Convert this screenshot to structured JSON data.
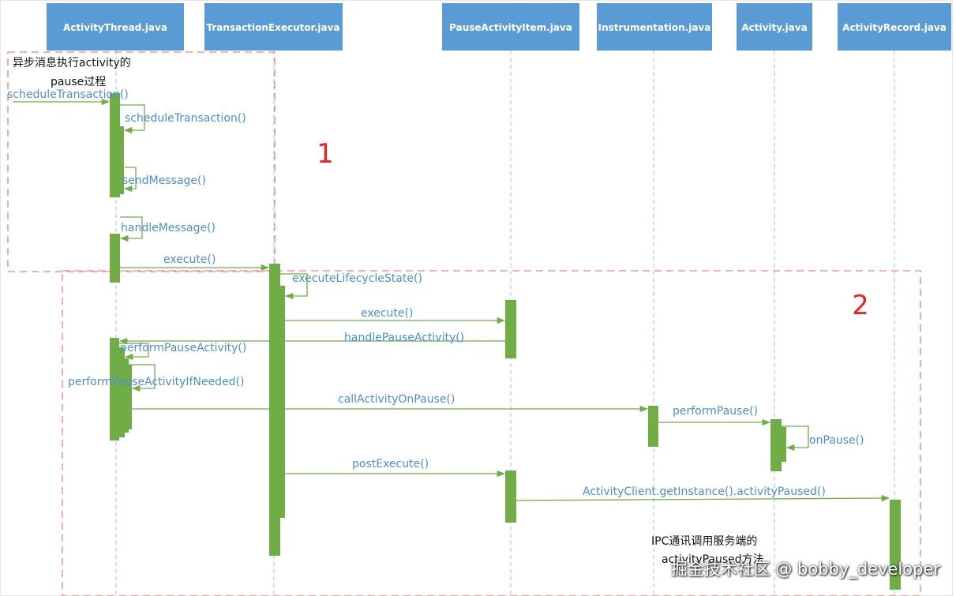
{
  "participants": [
    "ActivityThread.java",
    "TransactionExecutor.java",
    "PauseActivityItem.java",
    "Instrumentation.java",
    "Activity.java",
    "ActivityRecord.java"
  ],
  "messages": {
    "scheduleTransaction_in": "scheduleTransaction()",
    "scheduleTransaction_self": "scheduleTransaction()",
    "sendMessage": "sendMessage()",
    "handleMessage": "handleMessage()",
    "execute_1": "execute()",
    "executeLifecycleState": "executeLifecycleState()",
    "execute_2": "execute()",
    "handlePauseActivity": "handlePauseActivity()",
    "performPauseActivity": "performPauseActivity()",
    "performPauseActivityIfNeeded": "performPauseActivityIfNeeded()",
    "callActivityOnPause": "callActivityOnPause()",
    "performPause": "performPause()",
    "onPause": "onPause()",
    "postExecute": "postExecute()",
    "activityPaused": "ActivityClient.getInstance().activityPaused()"
  },
  "notes": {
    "region1_line1": "异步消息执行activity的",
    "region1_line2": "pause过程",
    "ipc_line1": "IPC通讯调用服务端的",
    "ipc_line2": "activityPaused方法"
  },
  "regions": {
    "region1_number": "1",
    "region2_number": "2"
  },
  "watermark": "掘金技术社区 @ bobby_developer",
  "colors": {
    "header_fill": "#5b9bd5",
    "activation_bar": "#70ad47",
    "lifeline": "#9dc3e6",
    "message_text": "#4a8fd0",
    "region_border": "#f08080",
    "region_number": "#ee2222"
  }
}
